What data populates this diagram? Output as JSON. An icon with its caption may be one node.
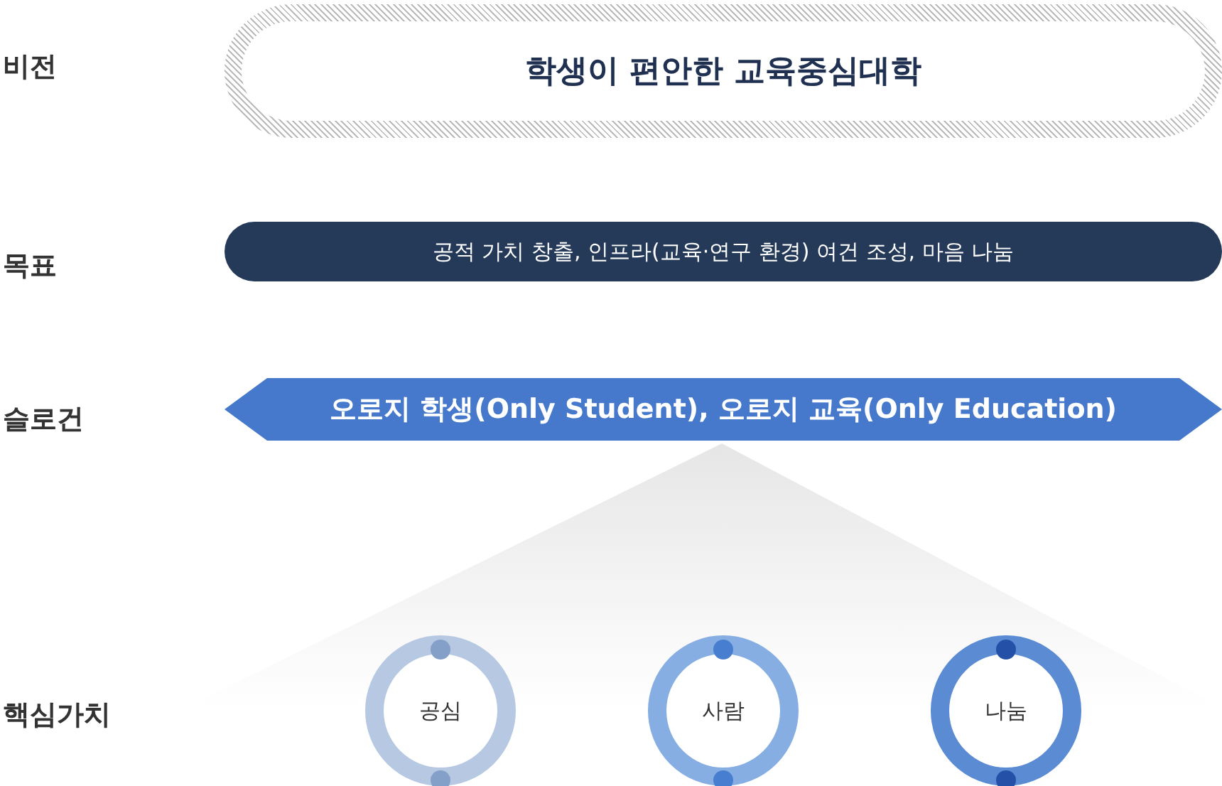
{
  "diagram": {
    "nodes": [
      {
        "text": [
          "학생이 편안한 교육중심대학"
        ]
      },
      {
        "text": [
          "공적 가치 창출, 인프라(교육·연구 환경) 여건 조성, 마음 나눔"
        ]
      },
      {
        "text": [
          "오로지 학생(Only Student), 오로지 교육(Only Education)"
        ]
      },
      {
        "text": [
          "공심"
        ]
      },
      {
        "text": [
          "사람"
        ]
      },
      {
        "text": [
          "나눔"
        ]
      }
    ],
    "edges": [],
    "labels": [
      "비전",
      "목표",
      "슬로건",
      "핵심가치"
    ]
  }
}
